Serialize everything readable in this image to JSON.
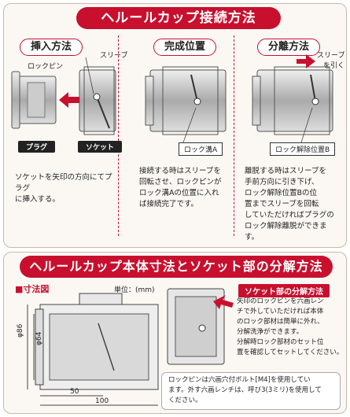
{
  "top": {
    "title": "ヘルールカップ接続方法",
    "columns": [
      {
        "title": "挿入方法"
      },
      {
        "title": "完成位置"
      },
      {
        "title": "分離方法"
      }
    ],
    "insert": {
      "sleeve_label": "スリーブ",
      "lockpin_label": "ロックピン",
      "plug_tag": "プラグ",
      "socket_tag": "ソケット",
      "desc_line1": "ソケットを矢印の方向にてプラグ",
      "desc_line2": "に挿入する。"
    },
    "complete": {
      "groove_label": "ロック溝A",
      "desc_line1": "接続する時はスリーブを",
      "desc_line2": "回転させ、ロックピンが",
      "desc_line3": "ロック溝Aの位置に入れ",
      "desc_line4": "ば接続完了です。"
    },
    "separate": {
      "pull_label_1": "スリーブ",
      "pull_label_2": "を引く",
      "release_label": "ロック解除位置B",
      "desc_line1": "離脱する時はスリーブを",
      "desc_line2": "手前方向に引き下げ、",
      "desc_line3": "ロック解除位置Bの位",
      "desc_line4": "置までスリーブを回転",
      "desc_line5": "していただければプラグの",
      "desc_line6": "ロック解除離脱ができま",
      "desc_line7": "す。"
    }
  },
  "bottom": {
    "title": "ヘルールカップ本体寸法とソケット部の分解方法",
    "dimension_head": "■寸法図",
    "unit": "単位：(mm)",
    "dim_86": "φ86",
    "dim_64": "φ64",
    "dim_50": "50",
    "dim_100": "100",
    "disassembly_title": "ソケット部の分解方法",
    "disassembly_desc_1": "矢印のロックピンを六画レン",
    "disassembly_desc_2": "チで外していただければ本体",
    "disassembly_desc_3": "のロック部材は簡単に外れ、",
    "disassembly_desc_4": "分解洗浄ができます。",
    "disassembly_desc_5": "分解時ロック部材のセット位",
    "disassembly_desc_6": "置を確認してセットしてください。",
    "note_1": "ロックピンは六画穴付ボルト[M4]を使用してい",
    "note_2": "ます。外す六画レンチは、呼び3(3ミリ)を使用して",
    "note_3": "ください。"
  },
  "colors": {
    "accent": "#c8102e",
    "panel_border": "#c9b8a6"
  }
}
